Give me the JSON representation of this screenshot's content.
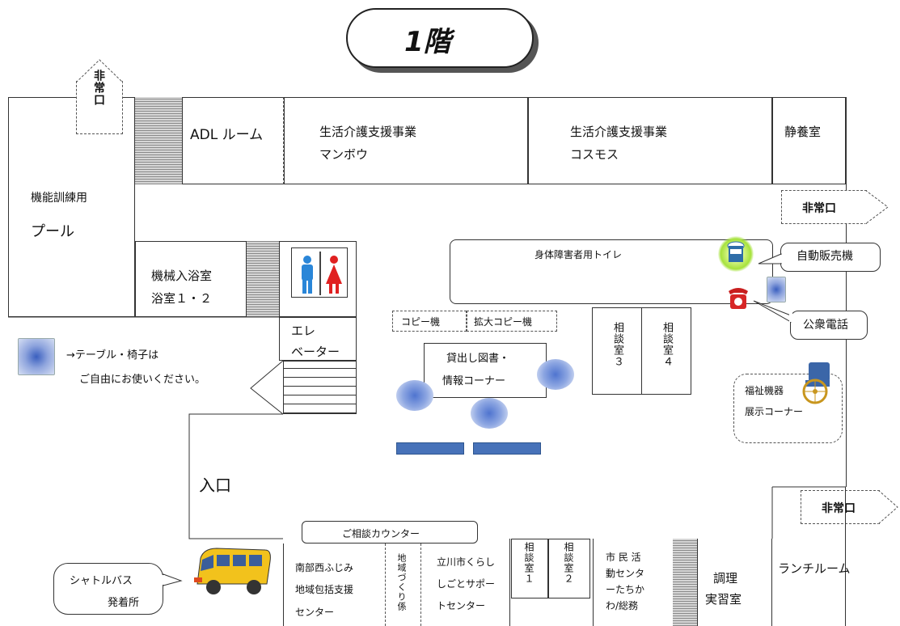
{
  "floor_title": "1階",
  "exits": {
    "top_left": "非常口",
    "right_upper": "非常口",
    "right_lower": "非常口"
  },
  "rooms": {
    "adl_room": "ADL ルーム",
    "manbou_line1": "生活介護支援事業",
    "manbou_line2": "マンボウ",
    "cosmos_line1": "生活介護支援事業",
    "cosmos_line2": "コスモス",
    "rest_room": "静養室",
    "pool_line1": "機能訓練用",
    "pool_line2": "プール",
    "bath_line1": "機械入浴室",
    "bath_line2": "浴室１・２",
    "accessible_toilet": "身体障害者用トイレ",
    "elevator_line1": "エレ",
    "elevator_line2": "ベーター",
    "copier": "コピー機",
    "enlarge_copier": "拡大コピー機",
    "library_line1": "貸出し図書・",
    "library_line2": "情報コーナー",
    "consult3": "相談室３",
    "consult4": "相談室４",
    "welfare_line1": "福祉機器",
    "welfare_line2": "展示コーナー",
    "entrance": "入口",
    "counter": "ご相談カウンター",
    "nanbu_line1": "南部西ふじみ",
    "nanbu_line2": "地域包括支援",
    "nanbu_line3": "センター",
    "chiiki": "地域づくり係",
    "kurashi_line1": "立川市くらし",
    "kurashi_line2": "しごとサポー",
    "kurashi_line3": "トセンター",
    "consult1": "相談室１",
    "consult2": "相談室２",
    "civic_line1": "市 民 活",
    "civic_line2": "動センタ",
    "civic_line3": "ーたちか",
    "civic_line4": "わ/総務",
    "cooking_line1": "調理",
    "cooking_line2": "実習室",
    "lunch_room": "ランチルーム"
  },
  "callouts": {
    "vending": "自動販売機",
    "phone": "公衆電話",
    "shuttle_line1": "シャトルバス",
    "shuttle_line2": "発着所"
  },
  "legend": {
    "line1": "→テーブル・椅子は",
    "line2": "ご自由にお使いください。"
  }
}
